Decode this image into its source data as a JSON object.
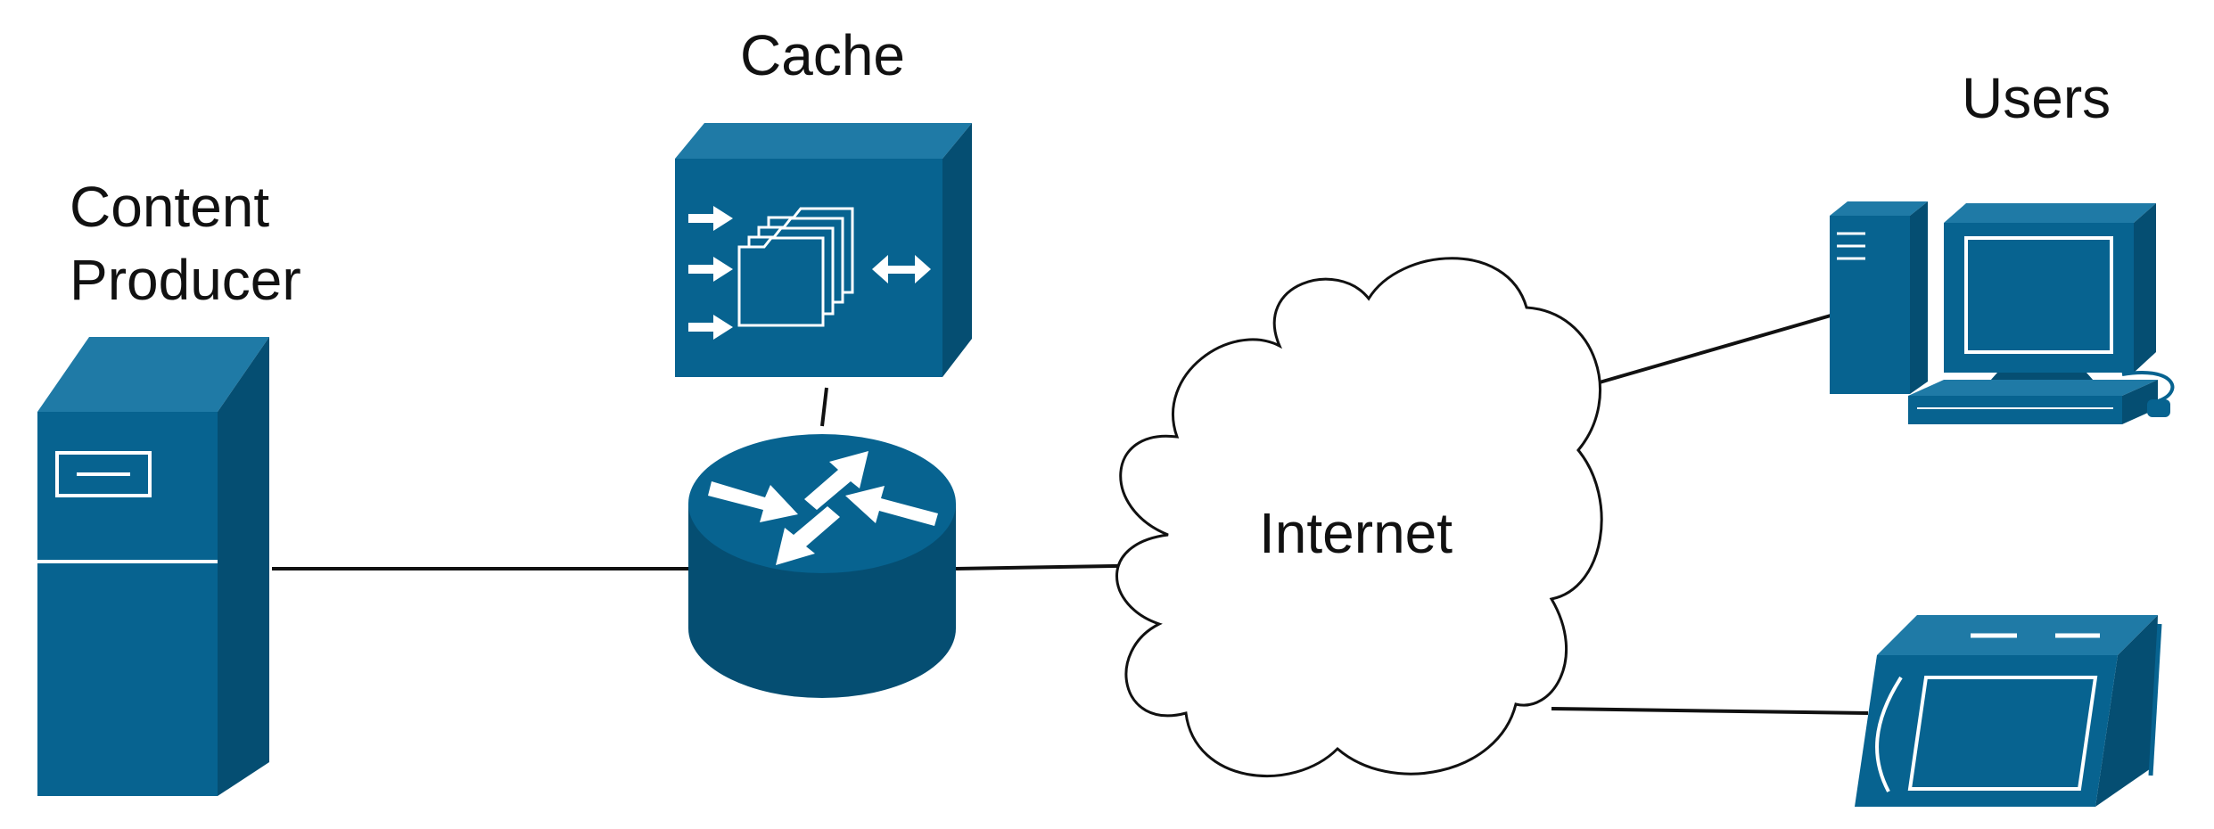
{
  "diagram": {
    "nodes": {
      "content_producer": {
        "label_line1": "Content",
        "label_line2": "Producer",
        "icon": "server-tower-icon"
      },
      "cache": {
        "label": "Cache",
        "icon": "cache-engine-icon"
      },
      "router": {
        "icon": "router-icon"
      },
      "internet": {
        "label": "Internet",
        "icon": "cloud-icon"
      },
      "users": {
        "label": "Users",
        "icons": [
          "desktop-workstation-icon",
          "tablet-device-icon"
        ]
      }
    },
    "links": [
      {
        "from": "content_producer",
        "to": "router"
      },
      {
        "from": "cache",
        "to": "router"
      },
      {
        "from": "router",
        "to": "internet"
      },
      {
        "from": "internet",
        "to": "desktop"
      },
      {
        "from": "internet",
        "to": "tablet"
      }
    ]
  },
  "colors": {
    "device_blue": "#076390",
    "device_dark": "#054e72",
    "device_light": "#1f7aa6",
    "line": "#111111",
    "background": "#ffffff"
  }
}
